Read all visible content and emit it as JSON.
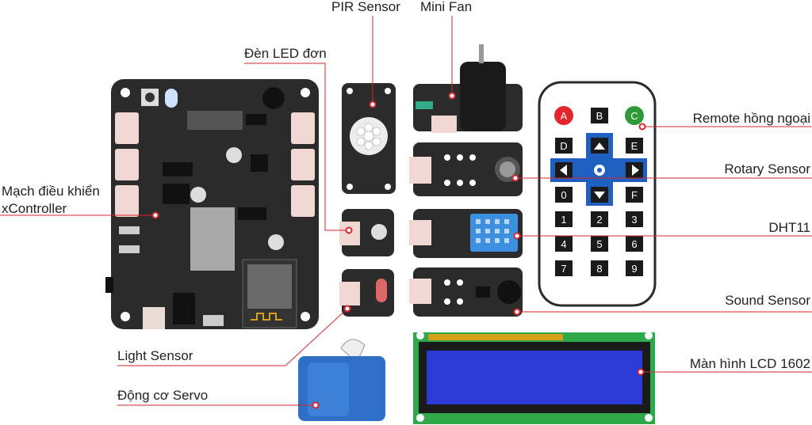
{
  "labels": {
    "pir": "PIR Sensor",
    "fan": "Mini Fan",
    "led": "Đèn LED đơn",
    "remote": "Remote hồng ngoại",
    "rotary": "Rotary Sensor",
    "controller_line1": "Mạch điều khiển",
    "controller_line2": "xController",
    "dht": "DHT11",
    "sound": "Sound Sensor",
    "light": "Light Sensor",
    "lcd": "Màn hình LCD 1602",
    "servo": "Động cơ Servo"
  },
  "remote_keys": {
    "a": "A",
    "b": "B",
    "c": "C",
    "d": "D",
    "e": "E",
    "f": "F",
    "k0": "0",
    "k1": "1",
    "k2": "2",
    "k3": "3",
    "k4": "4",
    "k5": "5",
    "k6": "6",
    "k7": "7",
    "k8": "8",
    "k9": "9"
  },
  "colors": {
    "accent_line": "#d9262e",
    "board": "#2b2b2b",
    "remote_red": "#e3262c",
    "remote_green": "#2e9a3a",
    "remote_blue": "#1f5fbf",
    "lcd_green": "#2fa84a",
    "lcd_blue": "#2c3bd6",
    "servo_blue": "#2f6fc7",
    "dht_blue": "#3f8fe0"
  }
}
